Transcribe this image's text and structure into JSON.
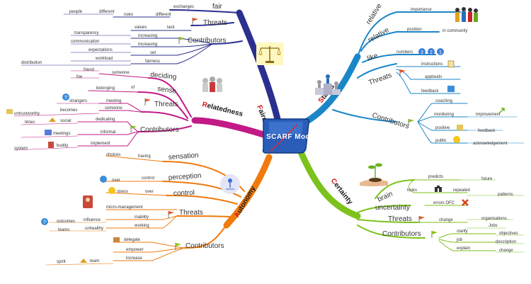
{
  "center": {
    "title": "SCARF Model"
  },
  "colors": {
    "fairness": "#2b2f8f",
    "status": "#1a86c8",
    "certainty": "#7cc21a",
    "autonomy": "#f07a0c",
    "relatedness": "#c21a86",
    "center_fill": "#2a5db8",
    "flag": "#e05a2a",
    "flag_green": "#8cc21a"
  },
  "fairness": {
    "title": "Fairness",
    "fair": "fair",
    "exchanges": "exchanges",
    "different": "different",
    "rules": "rules",
    "different2": "different",
    "people": "people",
    "threats": "Threats",
    "lack": "lack",
    "values": "values",
    "contributors": "Contributors",
    "increasing1": "increasing",
    "transparency": "transparency",
    "increasing2": "increasing",
    "communication": "communication",
    "set": "set",
    "expectations": "expectations",
    "fairness": "fairness",
    "workload": "workload",
    "distribution": "distribution"
  },
  "status": {
    "title": "Status",
    "relative1": "relative",
    "importance": "importance",
    "relative2": "relative",
    "position": "position",
    "in_community": "in community",
    "like": "like",
    "numbers": "numbers",
    "badges": [
      "3",
      "2",
      "1"
    ],
    "threats": "Threats",
    "instructions": "instructions",
    "applauds": "applauds",
    "feedback": "feedback",
    "contributors": "Contributors",
    "coaching": "coaching",
    "monitoring": "monitoring",
    "improvement": "improvement",
    "positive": "positive",
    "feedback2": "feedback",
    "public": "public",
    "acknowledgement": "acknowledgement"
  },
  "certainty": {
    "title": "Certainty",
    "brain": "brain",
    "predicts": "predicts",
    "future": "future",
    "looks": "looks",
    "repeated": "repeated",
    "patterns": "patterns",
    "uncertainty": "uncertainty",
    "errors_ofc": "errors OFC",
    "threats": "Threats",
    "change": "change",
    "organisations": "organisations",
    "jobs": "Jobs",
    "contributors": "Contributors",
    "clarify": "clarify",
    "objectives": "objectives",
    "job": "job",
    "description": "description",
    "explain": "explain",
    "change2": "change"
  },
  "autonomy": {
    "title": "Autonomy",
    "sensation": "sensation",
    "having": "having",
    "choices": "choices",
    "perception": "perception",
    "control1": "control",
    "over": "over",
    "control2": "control",
    "over2": "over",
    "stress": "stress",
    "threats": "Threats",
    "micro_management": "micro-management",
    "inability": "inability",
    "influence": "influence",
    "outcomes": "outcomes",
    "working": "working",
    "unhealthy": "unhealthy",
    "teams": "teams",
    "contributors": "Contributors",
    "delegate": "delegate",
    "empower": "empower",
    "increase": "increase",
    "team": "team",
    "spirit": "spirit"
  },
  "relatedness": {
    "title": "Relatedness",
    "deciding": "deciding",
    "someone": "someone",
    "foe": "foe",
    "friend": "friend",
    "sense": "sense",
    "of": "of",
    "belonging": "belonging",
    "threats": "Threats",
    "meeting": "meeting",
    "strangers": "strangers",
    "someone2": "someone",
    "becomes": "becomes",
    "untrustworthy": "untrustworthy",
    "contributors": "Contributors",
    "dedicating": "dedicating",
    "social": "social",
    "times": "times",
    "informal": "informal",
    "meetings": "meetings",
    "implement": "implement",
    "buddy": "buddy",
    "system": "system"
  }
}
